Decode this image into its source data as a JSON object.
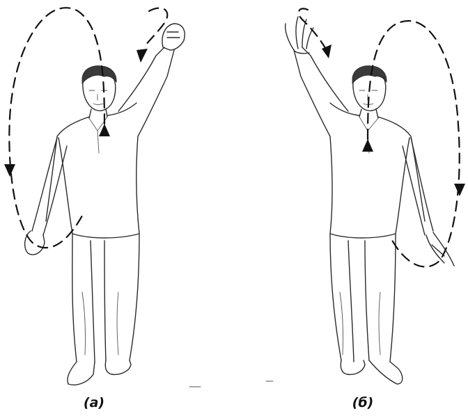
{
  "figure": {
    "panels": [
      {
        "id": "a",
        "caption": "(а)"
      },
      {
        "id": "b",
        "caption": "(б)"
      }
    ]
  }
}
